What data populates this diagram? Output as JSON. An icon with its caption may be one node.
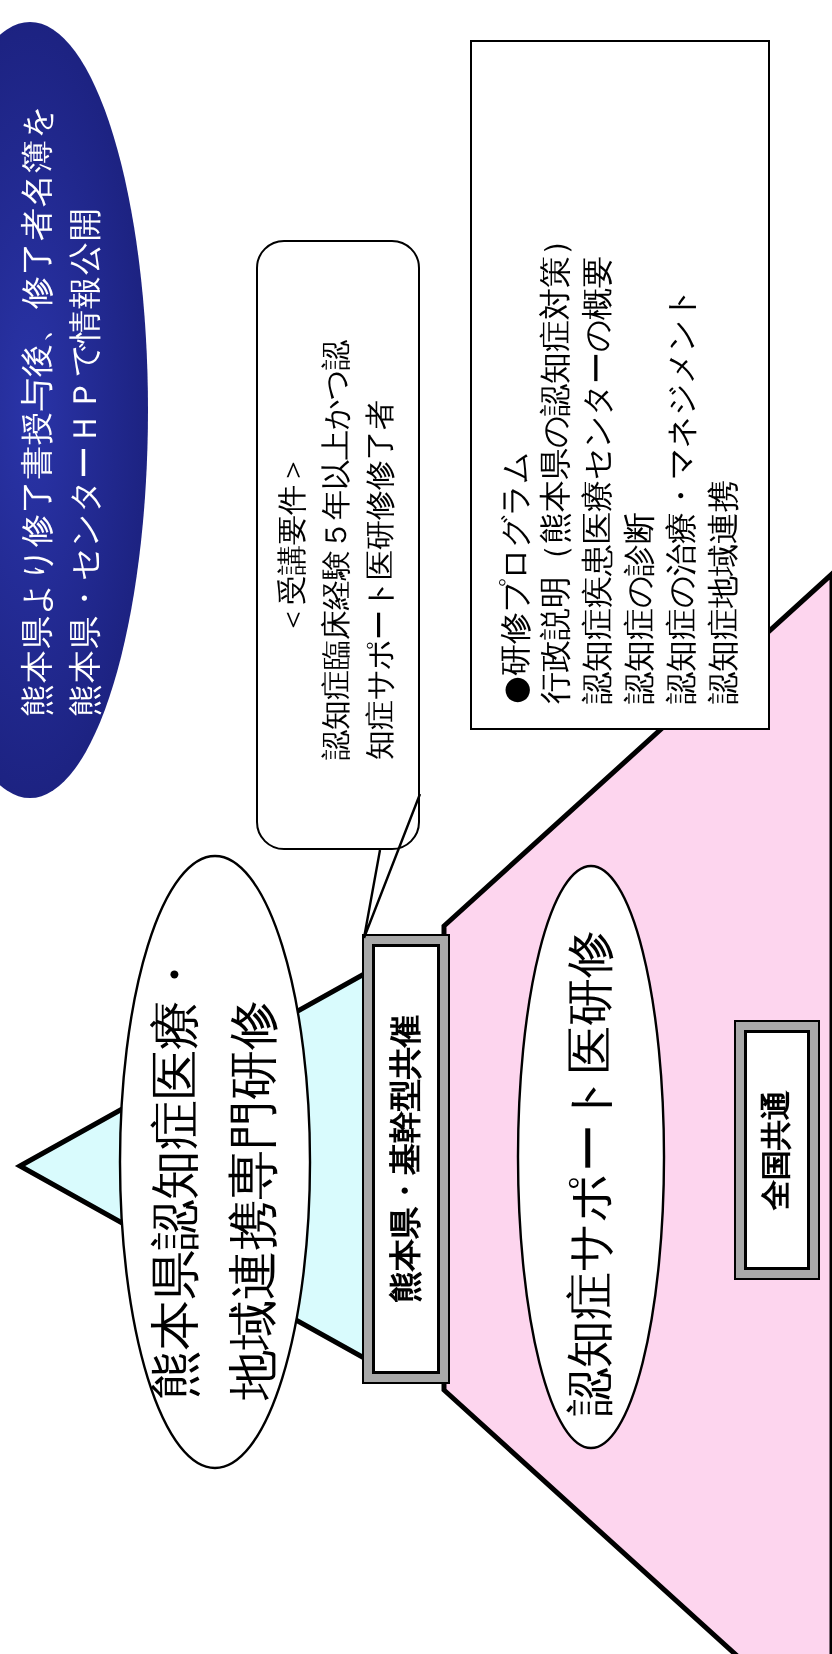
{
  "diagram": {
    "nodes": [
      {
        "text": [
          "熊本県より修了書授与後、修了者名簿を熊本県・センターＨＰで情報公開"
        ]
      },
      {
        "text": [
          "熊本県認知症医療・地域連携専門研修"
        ]
      },
      {
        "text": [
          "＜受講要件＞",
          "認知症臨床経験５年以上かつ認知症サポート医研修修了者"
        ]
      },
      {
        "text": [
          "熊本県・基幹型共催"
        ]
      },
      {
        "text": [
          "●研修プログラム",
          "行政説明（熊本県の認知症対策）",
          "認知症疾患医療センターの概要",
          "認知症の診断",
          "認知症の治療・マネジメント",
          "認知症地域連携"
        ]
      },
      {
        "text": [
          "認知症サポート医研修"
        ]
      },
      {
        "text": [
          "全国共通"
        ]
      }
    ],
    "edges": [
      {
        "from": 2,
        "to": 3,
        "arrow": "none"
      }
    ]
  }
}
